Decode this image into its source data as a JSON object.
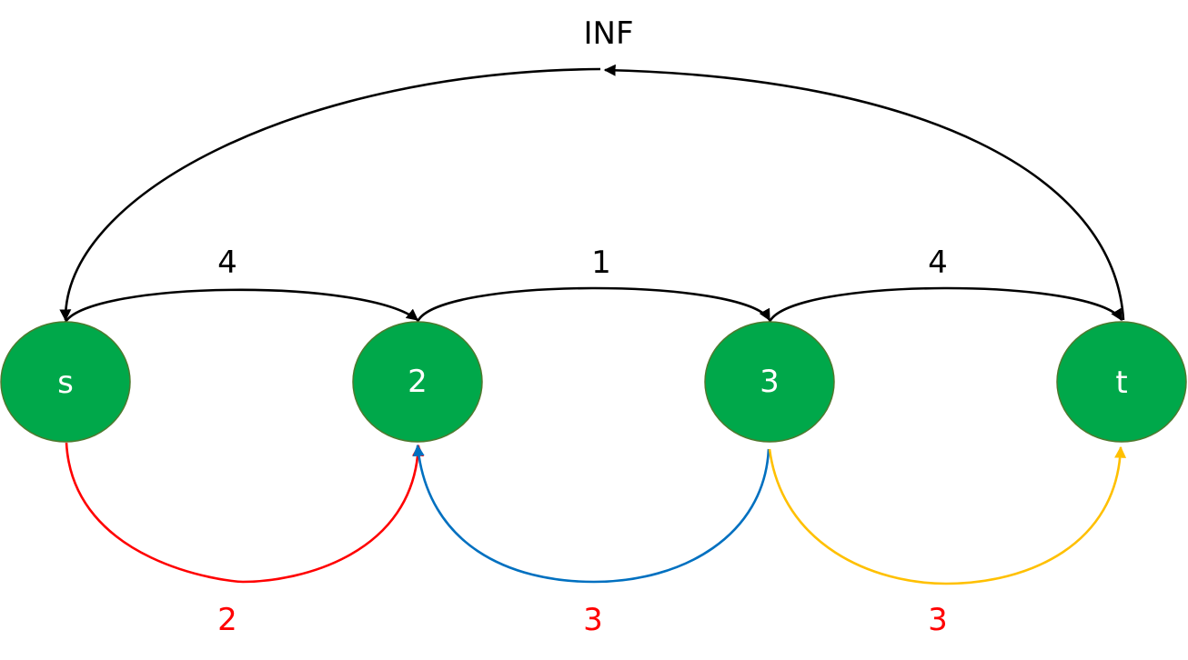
{
  "colors": {
    "node_fill": "#00A84A",
    "node_stroke": "#4E7A2E",
    "node_text": "#FFFFFF",
    "edge_black": "#000000",
    "edge_red": "#FF0000",
    "edge_blue": "#0070C0",
    "edge_yellow": "#FFC000",
    "label_black": "#000000",
    "label_red": "#FF0000"
  },
  "nodes": [
    {
      "id": "s",
      "label": "s"
    },
    {
      "id": "n2",
      "label": "2"
    },
    {
      "id": "n3",
      "label": "3"
    },
    {
      "id": "t",
      "label": "t"
    }
  ],
  "edges": [
    {
      "id": "inf",
      "from": "t",
      "to": "s",
      "label": "INF",
      "color": "edge_black"
    },
    {
      "id": "s-2",
      "from": "s",
      "to": "n2",
      "label": "4",
      "color": "edge_black"
    },
    {
      "id": "2-3",
      "from": "n2",
      "to": "n3",
      "label": "1",
      "color": "edge_black"
    },
    {
      "id": "3-t",
      "from": "n3",
      "to": "t",
      "label": "4",
      "color": "edge_black"
    },
    {
      "id": "s-2-low",
      "from": "s",
      "to": "n2",
      "label": "2",
      "color": "edge_red"
    },
    {
      "id": "2-3-low",
      "from": "n3",
      "to": "n2",
      "label": "3",
      "color": "edge_blue"
    },
    {
      "id": "3-t-low",
      "from": "n3",
      "to": "t",
      "label": "3",
      "color": "edge_yellow"
    }
  ]
}
